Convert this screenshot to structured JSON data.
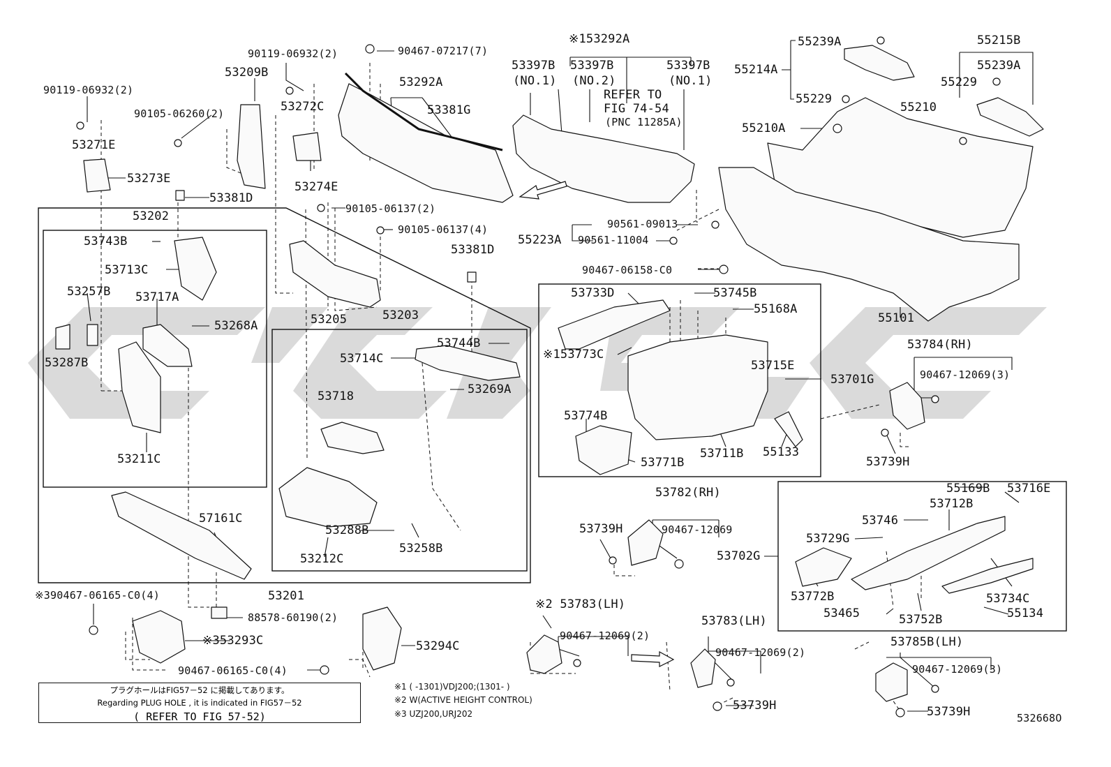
{
  "labels": {
    "p53292A_top": "※153292A",
    "p53397B_a": "53397B",
    "p53397B_a_sub": "(NO.1)",
    "p53397B_b": "53397B",
    "p53397B_b_sub": "(NO.2)",
    "p53397B_c": "53397B",
    "p53397B_c_sub": "(NO.1)",
    "refer_to": "REFER TO",
    "fig_74_54": "FIG 74-54",
    "pnc_11285A": "(PNC 11285A)",
    "p55239A_1": "55239A",
    "p55214A": "55214A",
    "p55229_1": "55229",
    "p55215B": "55215B",
    "p55239A_2": "55239A",
    "p55229_2": "55229",
    "p55210": "55210",
    "p55210A": "55210A",
    "p90467_07217": "90467-07217(7)",
    "p53292A": "53292A",
    "p53381G": "53381G",
    "p90119_06932_a": "90119-06932(2)",
    "p53209B": "53209B",
    "p90119_06932_b": "90119-06932(2)",
    "p90105_06260": "90105-06260(2)",
    "p53272C": "53272C",
    "p53271E": "53271E",
    "p53273E": "53273E",
    "p53274E": "53274E",
    "p53381D_a": "53381D",
    "p53202": "53202",
    "p90105_06137_2": "90105-06137(2)",
    "p90105_06137_4": "90105-06137(4)",
    "p90561_09013": "90561-09013",
    "p55223A": "55223A",
    "p90561_11004": "90561-11004",
    "p53381D_b": "53381D",
    "p90467_06158": "90467-06158-C0",
    "p53743B": "53743B",
    "p53713C": "53713C",
    "p53257B": "53257B",
    "p53717A": "53717A",
    "p53268A": "53268A",
    "p53287B": "53287B",
    "p53211C": "53211C",
    "p53205": "53205",
    "p53203": "53203",
    "p53733D": "53733D",
    "p53745B": "53745B",
    "p55168A": "55168A",
    "p55101": "55101",
    "p53784": "53784(RH)",
    "p53744B": "53744B",
    "p53714C": "53714C",
    "p153773C": "※153773C",
    "p53715E": "53715E",
    "p53701G": "53701G",
    "p90467_12069_3a": "90467-12069(3)",
    "p53718": "53718",
    "p53269A": "53269A",
    "p53774B": "53774B",
    "p53771B": "53771B",
    "p53711B": "53711B",
    "p55133": "55133",
    "p53739H_a": "53739H",
    "p53782": "53782(RH)",
    "p55169B": "55169B",
    "p53716E": "53716E",
    "p53712B": "53712B",
    "p53739H_b": "53739H",
    "p90467_12069": "90467-12069",
    "p53746": "53746",
    "p53729G": "53729G",
    "p53702G": "53702G",
    "p53288B": "53288B",
    "p53258B": "53258B",
    "p57161C": "57161C",
    "p53212C": "53212C",
    "p53201": "53201",
    "p53772B": "53772B",
    "p53734C": "53734C",
    "p53465": "53465",
    "p53752B": "53752B",
    "p55134": "55134",
    "p90467_06165_a": "※390467-06165-C0(4)",
    "p88578_60190": "88578-60190(2)",
    "p53783_lh_a": "※2 53783(LH)",
    "p53785B": "53785B(LH)",
    "p53293C": "※353293C",
    "p53294C": "53294C",
    "p90467_12069_2a": "90467-12069(2)",
    "p53783_lh_b": "53783(LH)",
    "p90467_12069_2b": "90467-12069(2)",
    "p90467_12069_3b": "90467-12069(3)",
    "p90467_06165_b": "90467-06165-C0(4)",
    "p53739H_c": "53739H",
    "p53739H_d": "53739H",
    "fig_id": "532668O"
  },
  "notes": {
    "n1": "※1 (       -1301)VDJ200;(1301-       )",
    "n2": "※2 W(ACTIVE HEIGHT CONTROL)",
    "n3": "※3 UZJ200,URJ202"
  },
  "note_box": {
    "line1": "プラグホールはFIG57－52 に掲載してあります。",
    "line2": "Regarding PLUG HOLE , it is indicated in FIG57－52",
    "line3": "( REFER TO FIG 57-52)"
  },
  "colors": {
    "ink": "#111111",
    "watermark": "#d4d4d4"
  }
}
